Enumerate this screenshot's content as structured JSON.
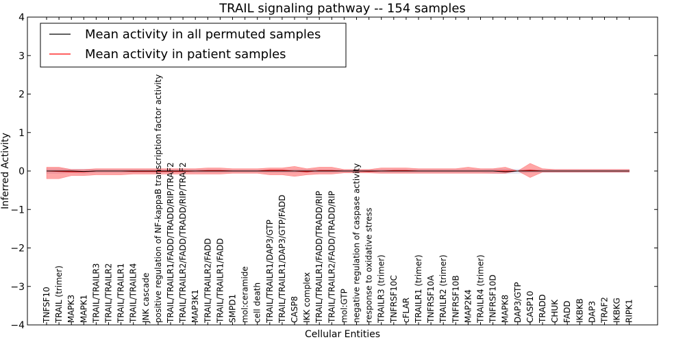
{
  "chart_data": {
    "type": "line",
    "title": "TRAIL signaling pathway -- 154 samples",
    "xlabel": "Cellular Entities",
    "ylabel": "Inferred Activity",
    "ylim": [
      -4,
      4
    ],
    "yticks": [
      "−4",
      "−3",
      "−2",
      "−1",
      "0",
      "1",
      "2",
      "3",
      "4"
    ],
    "grid": false,
    "legend_position": "top-left",
    "categories": [
      "TNFSF10",
      "TRAIL (trimer)",
      "MAPK3",
      "MAPK1",
      "TRAIL/TRAILR3",
      "TRAIL/TRAILR2",
      "TRAIL/TRAILR1",
      "TRAIL/TRAILR4",
      "JNK cascade",
      "positive regulation of NF-kappaB transcription factor activity",
      "TRAIL/TRAILR1/FADD/TRADD/RIP/TRAF2",
      "TRAIL/TRAILR2/FADD/TRADD/RIP/TRAF2",
      "MAP3K1",
      "TRAIL/TRAILR2/FADD",
      "TRAIL/TRAILR1/FADD",
      "SMPD1",
      "mol:ceramide",
      "cell death",
      "TRAIL/TRAILR1/DAP3/GTP",
      "TRAIL/TRAILR1/DAP3/GTP/FADD",
      "CASP8",
      "IKK complex",
      "TRAIL/TRAILR1/FADD/TRADD/RIP",
      "TRAIL/TRAILR2/FADD/TRADD/RIP",
      "mol:GTP",
      "negative regulation of caspase activity",
      "response to oxidative stress",
      "TRAILR3 (trimer)",
      "TNFRSF10C",
      "cFLAR",
      "TRAILR1 (trimer)",
      "TNFRSF10A",
      "TRAILR2 (trimer)",
      "TNFRSF10B",
      "MAP2K4",
      "TRAILR4 (trimer)",
      "TNFRSF10D",
      "MAPK8",
      "DAP3/GTP",
      "CASP10",
      "TRADD",
      "CHUK",
      "FADD",
      "IKBKB",
      "DAP3",
      "TRAF2",
      "IKBKG",
      "RIPK1"
    ],
    "series": [
      {
        "name": "Mean activity in all permuted samples",
        "color": "#000000",
        "values": [
          0,
          0,
          0,
          -0.01,
          0,
          0,
          0,
          0,
          0,
          0,
          0,
          0,
          0,
          0,
          0,
          0,
          0,
          0,
          0,
          0,
          0,
          0,
          0,
          0,
          0,
          0,
          0,
          0,
          0,
          0,
          0,
          0,
          0,
          0,
          0,
          0,
          0,
          -0.02,
          0,
          0,
          0,
          0,
          0,
          0,
          0,
          0,
          0,
          0
        ],
        "band_lower": [
          -0.06,
          -0.06,
          -0.05,
          -0.06,
          -0.04,
          -0.04,
          -0.04,
          -0.04,
          -0.04,
          -0.04,
          -0.04,
          -0.04,
          -0.04,
          -0.04,
          -0.04,
          -0.03,
          -0.03,
          -0.03,
          -0.04,
          -0.04,
          -0.04,
          -0.04,
          -0.04,
          -0.04,
          -0.03,
          -0.03,
          -0.03,
          -0.04,
          -0.04,
          -0.04,
          -0.04,
          -0.04,
          -0.04,
          -0.04,
          -0.04,
          -0.04,
          -0.06,
          -0.07,
          -0.06,
          -0.04,
          -0.04,
          -0.04,
          -0.04,
          -0.04,
          -0.04,
          -0.04,
          -0.04,
          -0.04
        ],
        "band_upper": [
          0.06,
          0.06,
          0.05,
          0.05,
          0.04,
          0.04,
          0.04,
          0.04,
          0.04,
          0.04,
          0.04,
          0.04,
          0.04,
          0.04,
          0.04,
          0.03,
          0.03,
          0.03,
          0.04,
          0.04,
          0.04,
          0.04,
          0.04,
          0.04,
          0.03,
          0.03,
          0.03,
          0.04,
          0.04,
          0.04,
          0.04,
          0.04,
          0.04,
          0.04,
          0.04,
          0.04,
          0.05,
          0.05,
          0.05,
          0.04,
          0.04,
          0.04,
          0.04,
          0.04,
          0.04,
          0.04,
          0.04,
          0.04
        ]
      },
      {
        "name": "Mean activity in patient samples",
        "color": "#ff0000",
        "values": [
          0,
          -0.01,
          -0.02,
          -0.02,
          0,
          0,
          0,
          -0.01,
          -0.01,
          -0.01,
          -0.01,
          -0.01,
          0,
          0.01,
          0.01,
          0,
          0,
          0,
          0.02,
          0.02,
          0,
          -0.02,
          0.01,
          0.01,
          0,
          0,
          -0.01,
          0,
          0.01,
          0.01,
          0,
          0,
          0,
          0,
          0,
          0,
          0,
          0,
          0,
          0.02,
          0,
          0,
          0,
          0,
          0,
          0,
          0,
          0
        ],
        "band_lower": [
          -0.2,
          -0.2,
          -0.12,
          -0.12,
          -0.1,
          -0.1,
          -0.1,
          -0.08,
          -0.08,
          -0.08,
          -0.08,
          -0.08,
          -0.08,
          -0.08,
          -0.08,
          -0.06,
          -0.06,
          -0.06,
          -0.1,
          -0.1,
          -0.14,
          -0.1,
          -0.08,
          -0.08,
          -0.05,
          -0.05,
          -0.05,
          -0.06,
          -0.06,
          -0.06,
          -0.06,
          -0.06,
          -0.06,
          -0.06,
          -0.06,
          -0.06,
          -0.06,
          -0.06,
          0.0,
          -0.17,
          -0.03,
          -0.03,
          -0.03,
          -0.03,
          -0.03,
          -0.03,
          -0.03,
          -0.03
        ],
        "band_upper": [
          0.1,
          0.1,
          0.04,
          0.04,
          0.06,
          0.06,
          0.06,
          0.06,
          0.06,
          0.06,
          0.06,
          0.06,
          0.06,
          0.08,
          0.08,
          0.06,
          0.06,
          0.06,
          0.08,
          0.08,
          0.12,
          0.06,
          0.1,
          0.1,
          0.04,
          0.04,
          0.04,
          0.08,
          0.08,
          0.08,
          0.06,
          0.06,
          0.06,
          0.06,
          0.1,
          0.06,
          0.06,
          0.1,
          0.0,
          0.2,
          0.06,
          0.04,
          0.04,
          0.04,
          0.04,
          0.04,
          0.04,
          0.04
        ]
      }
    ]
  }
}
